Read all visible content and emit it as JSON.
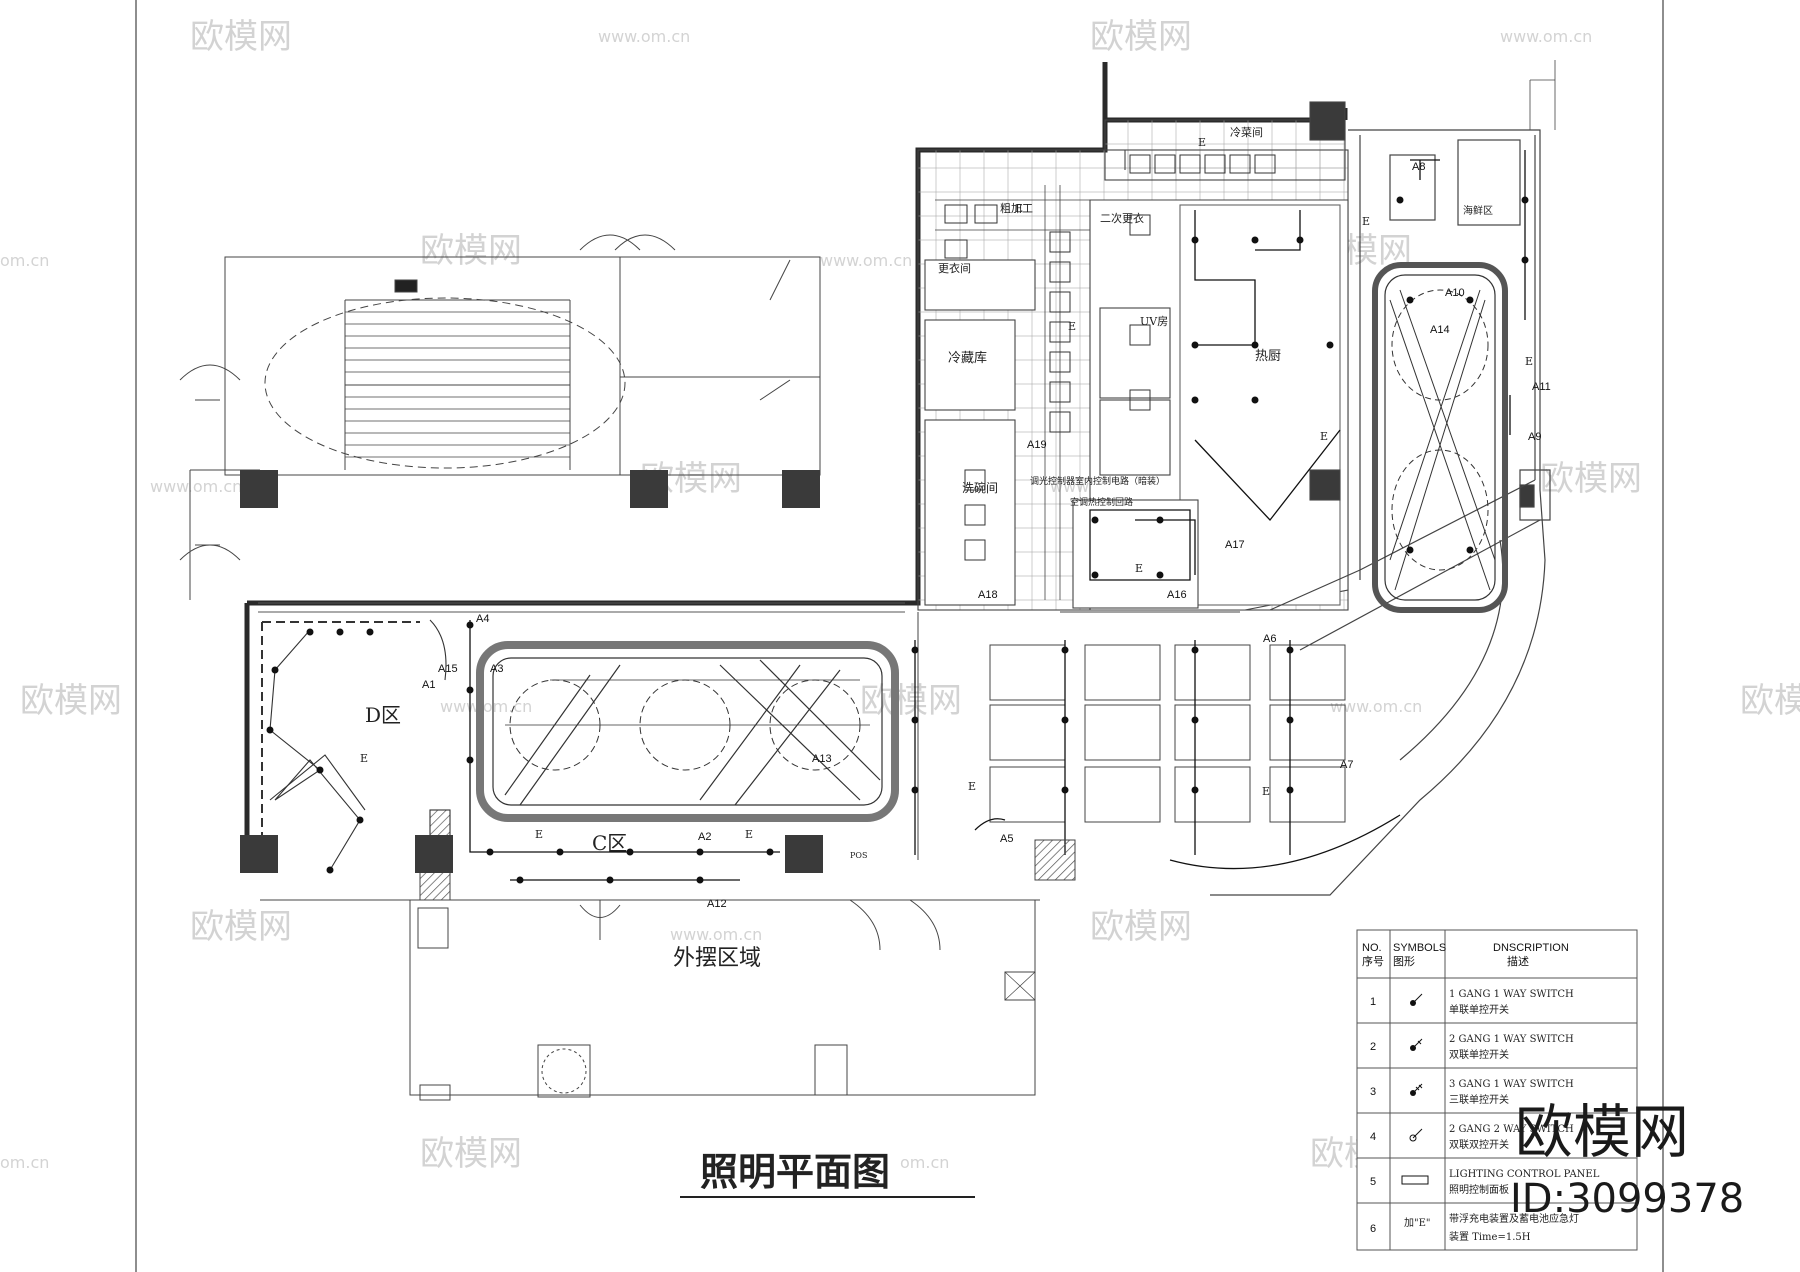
{
  "drawing": {
    "title": "照明平面图",
    "outdoor_label": "外摆区域",
    "zones": {
      "d": "D区",
      "c": "C区"
    },
    "rooms": {
      "cold_dish": "冷菜间",
      "rough_process": "粗加工",
      "second_change": "二次更衣",
      "change_room": "更衣间",
      "uv_room": "UV房",
      "cold_storage": "冷藏库",
      "hot_kitchen": "热厨",
      "dish_wash": "洗碗间",
      "corner_room": "海鲜区",
      "pos": "POS"
    },
    "notes": {
      "line1": "调光控制器室内控制电路（暗装）",
      "line2": "空调热控制回路"
    },
    "emergency_mark": "E",
    "circuits": [
      "A1",
      "A2",
      "A3",
      "A4",
      "A5",
      "A6",
      "A7",
      "A8",
      "A9",
      "A10",
      "A11",
      "A12",
      "A13",
      "A14",
      "A15",
      "A16",
      "A17",
      "A18",
      "A19"
    ]
  },
  "legend": {
    "head": {
      "no": "NO.",
      "no_cn": "序号",
      "sym": "SYMBOLS",
      "sym_cn": "图形",
      "desc": "DNSCRIPTION",
      "desc_cn": "描述"
    },
    "rows": [
      {
        "no": "1",
        "en": "1 GANG 1 WAY SWITCH",
        "cn": "单联单控开关"
      },
      {
        "no": "2",
        "en": "2 GANG 1 WAY SWITCH",
        "cn": "双联单控开关"
      },
      {
        "no": "3",
        "en": "3 GANG 1 WAY SWITCH",
        "cn": "三联单控开关"
      },
      {
        "no": "4",
        "en": "2 GANG 2 WAY SWITCH",
        "cn": "双联双控开关"
      },
      {
        "no": "5",
        "en": "LIGHTING CONTROL PANEL",
        "cn": "照明控制面板"
      },
      {
        "no": "6",
        "sym": "加\"E\"",
        "en": "带浮充电装置及蓄电池应急灯",
        "cn": "装置  Time=1.5H"
      }
    ]
  },
  "watermark": {
    "logo": "欧模网",
    "url": "www.om.cn",
    "url_short": "om.cn",
    "id": "ID:3099378"
  }
}
